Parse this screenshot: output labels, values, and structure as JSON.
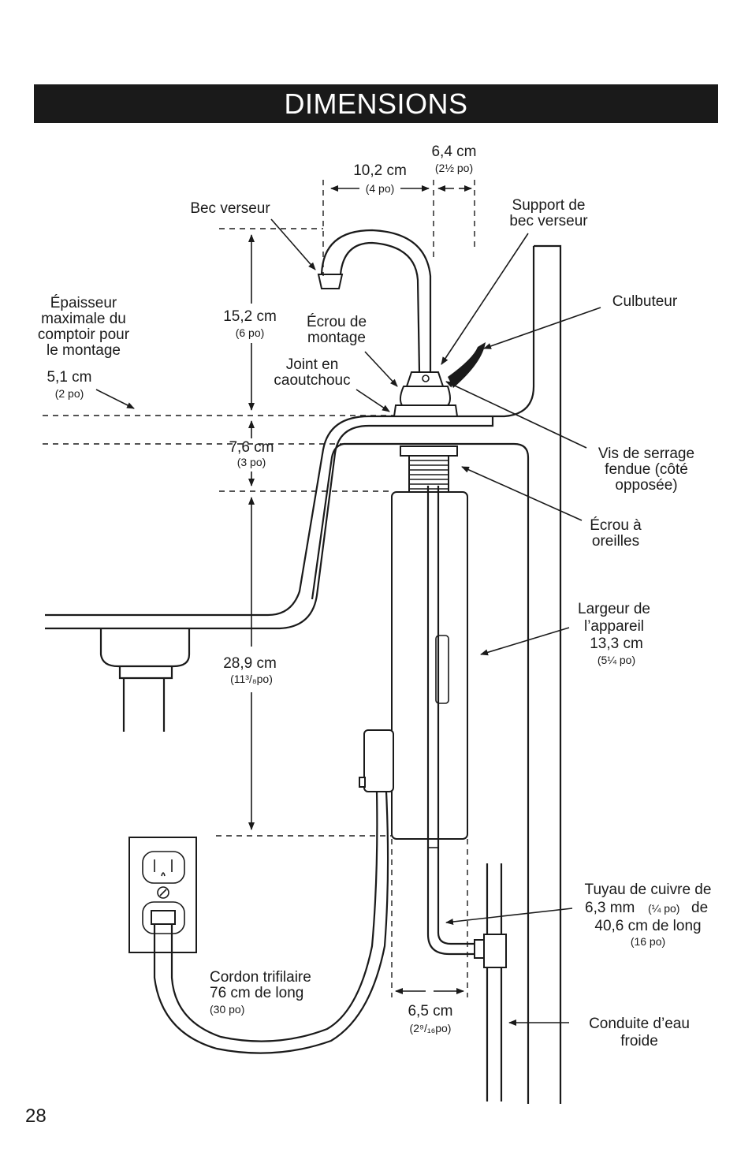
{
  "title": "DIMENSIONS",
  "page_number": "28",
  "dimensions": {
    "spout_reach": {
      "metric": "10,2 cm",
      "imperial": "(4 po)"
    },
    "spout_support_width": {
      "metric": "6,4 cm",
      "imperial": "(2½ po)"
    },
    "spout_height": {
      "metric": "15,2 cm",
      "imperial": "(6 po)"
    },
    "counter_thickness": {
      "metric": "7,6 cm",
      "imperial": "(3 po)"
    },
    "max_thickness": {
      "metric": "5,1 cm",
      "imperial": "(2 po)"
    },
    "tank_height": {
      "metric": "28,9 cm",
      "imperial": "(11³/₈po)"
    },
    "tank_offset": {
      "metric": "6,5 cm",
      "imperial": "(2⁹/₁₆po)"
    }
  },
  "labels": {
    "bec_verseur": "Bec verseur",
    "support_line1": "Support de",
    "support_line2": "bec verseur",
    "culbuteur": "Culbuteur",
    "epaisseur_line1": "Épaisseur",
    "epaisseur_line2": "maximale du",
    "epaisseur_line3": "comptoir pour",
    "epaisseur_line4": "le montage",
    "ecrou_montage_line1": "Écrou de",
    "ecrou_montage_line2": "montage",
    "joint_line1": "Joint en",
    "joint_line2": "caoutchouc",
    "vis_line1": "Vis de serrage",
    "vis_line2": "fendue (côté",
    "vis_line3": "opposée)",
    "ecrou_oreilles_line1": "Écrou à",
    "ecrou_oreilles_line2": "oreilles",
    "largeur_line1": "Largeur de",
    "largeur_line2": "l’appareil",
    "largeur_line3": "13,3 cm",
    "largeur_sub": "(5¼ po)",
    "tuyau_line1": "Tuyau de cuivre de",
    "tuyau_line2a": "6,3 mm",
    "tuyau_line2b": "(¼ po)",
    "tuyau_line2c": "de",
    "tuyau_line3": "40,6 cm de long",
    "tuyau_sub": "(16 po)",
    "cordon_line1": "Cordon trifilaire",
    "cordon_line2": "76 cm de long",
    "cordon_sub": "(30 po)",
    "conduite_line1": "Conduite d’eau",
    "conduite_line2": "froide"
  }
}
